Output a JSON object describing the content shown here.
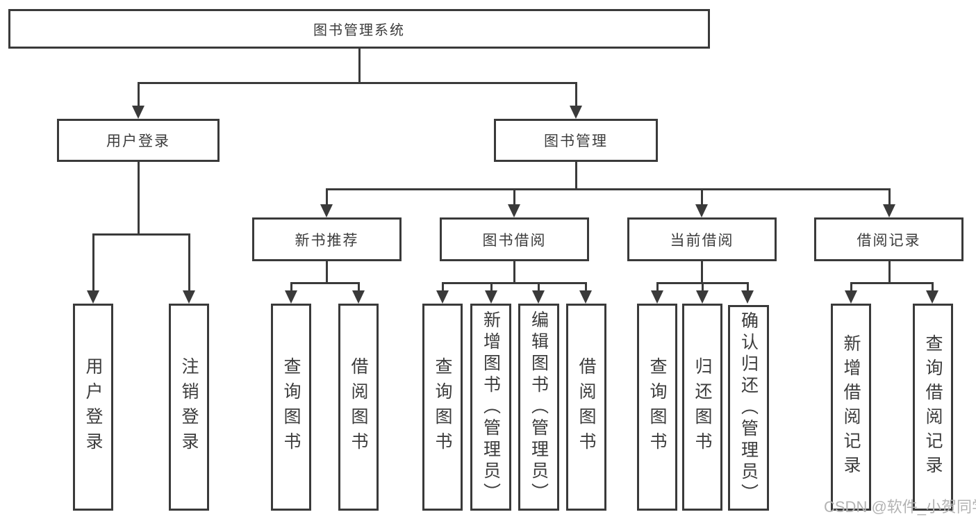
{
  "diagram_title": "图书管理系统",
  "colors": {
    "line": "#3a3a3a",
    "box_border": "#3a3a3a",
    "text": "#3c3c3c",
    "watermark": "#b3b3b3",
    "background": "#ffffff"
  },
  "nodes": {
    "root": "图书管理系统",
    "user_login": "用户登录",
    "book_mgmt": "图书管理",
    "new_books": "新书推荐",
    "borrowing": "图书借阅",
    "current": "当前借阅",
    "records": "借阅记录",
    "ul_login": "用户登录",
    "ul_logout": "注销登录",
    "nb_query": "查询图书",
    "nb_borrow": "借阅图书",
    "bb_query": "查询图书",
    "bb_add": "新增图书（管理员）",
    "bb_edit": "编辑图书（管理员）",
    "bb_borrow": "借阅图书",
    "cb_query": "查询图书",
    "cb_return": "归还图书",
    "cb_confirm": "确认归还（管理员）",
    "br_add": "新增借阅记录",
    "br_query": "查询借阅记录"
  },
  "watermark": "CSDN @软件_小贺同学"
}
